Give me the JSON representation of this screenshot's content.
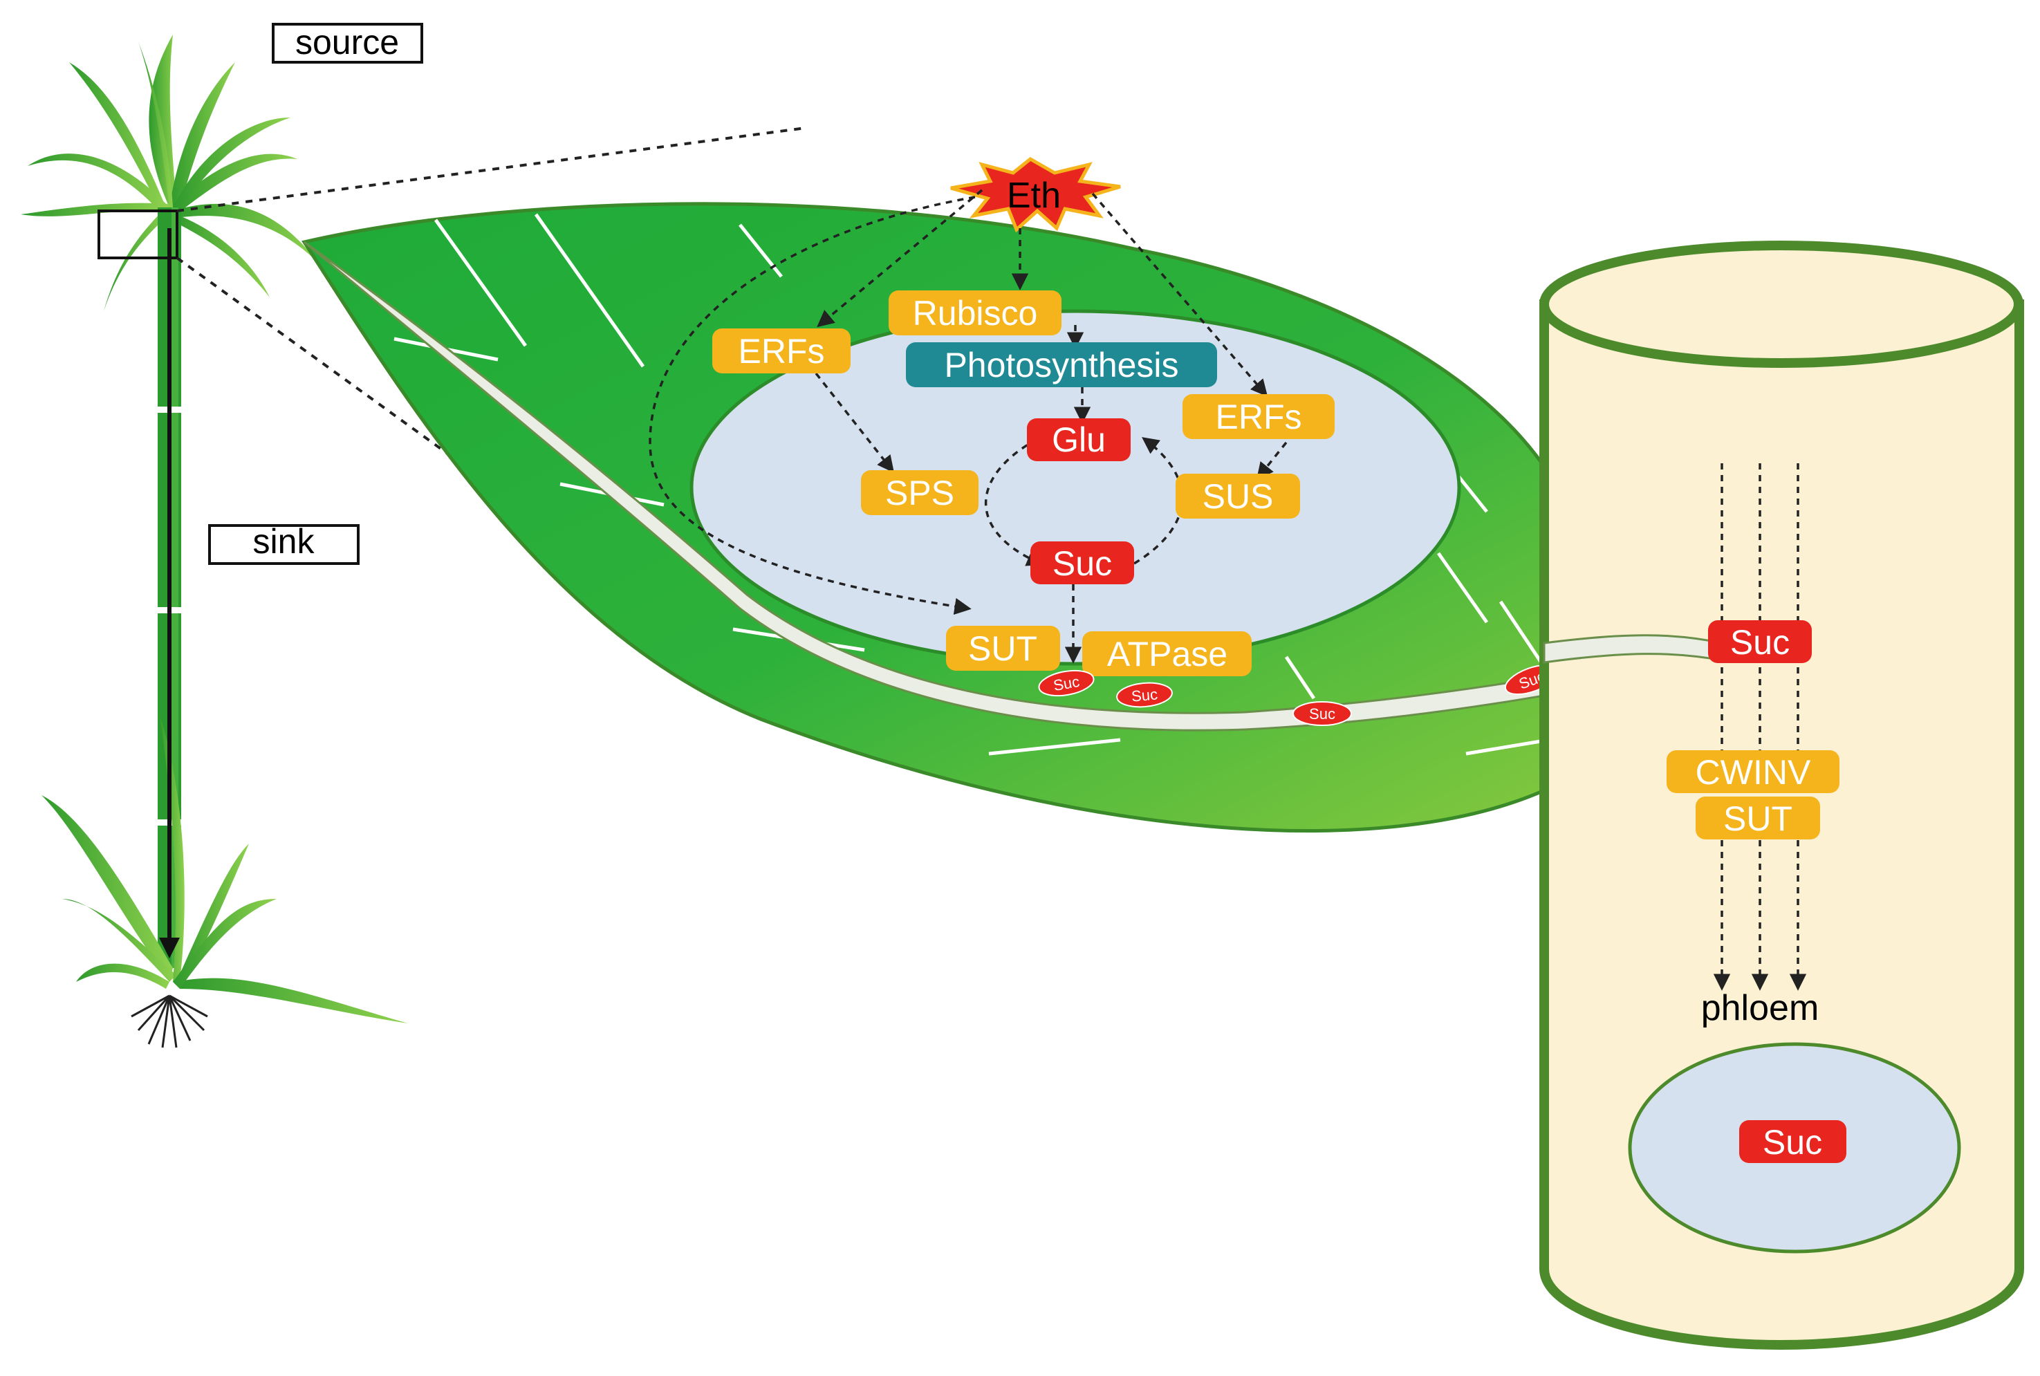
{
  "labels": {
    "source": "source",
    "sink": "sink",
    "eth": "Eth",
    "rubisco": "Rubisco",
    "photosynthesis": "Photosynthesis",
    "erfs_left": "ERFs",
    "erfs_right": "ERFs",
    "glu": "Glu",
    "sps": "SPS",
    "sus": "SUS",
    "suc_leaf": "Suc",
    "sut_leaf": "SUT",
    "atpase": "ATPase",
    "suc_small_1": "Suc",
    "suc_small_2": "Suc",
    "suc_small_3": "Suc",
    "suc_small_4": "Suc",
    "suc_stem": "Suc",
    "cwinv": "CWINV",
    "sut_stem": "SUT",
    "phloem": "phloem",
    "suc_storage": "Suc"
  },
  "colors": {
    "leaf_green": "#2eb13b",
    "leaf_light": "#7cc940",
    "cell_blue": "#d6e1ef",
    "enzyme_orange": "#f5b41b",
    "metabolite_red": "#e8251e",
    "photosynthesis_teal": "#1f8a93",
    "stem_cream": "#fcf1d2",
    "stem_outline": "#4d8a2c"
  }
}
